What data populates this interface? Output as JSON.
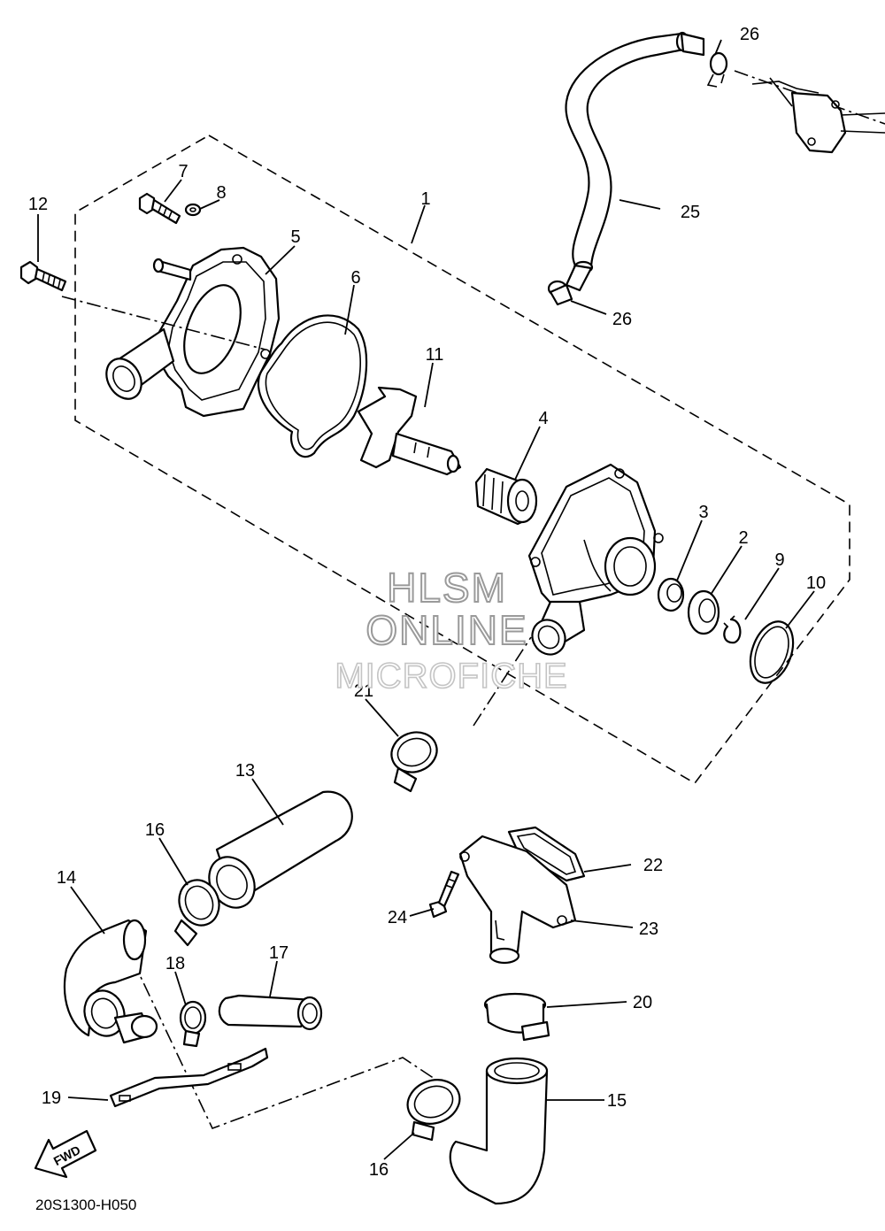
{
  "diagram_code": "20S1300-H050",
  "watermark": {
    "line1": "HLSM",
    "line2": "ONLINE",
    "line3": "MICROFICHE"
  },
  "direction_badge": "FWD",
  "callouts": {
    "c1": "1",
    "c2": "2",
    "c3": "3",
    "c4": "4",
    "c5": "5",
    "c6": "6",
    "c7": "7",
    "c8": "8",
    "c9": "9",
    "c10": "10",
    "c11": "11",
    "c12": "12",
    "c13": "13",
    "c14": "14",
    "c15": "15",
    "c16a": "16",
    "c16b": "16",
    "c17": "17",
    "c18": "18",
    "c19": "19",
    "c20": "20",
    "c21": "21",
    "c22": "22",
    "c23": "23",
    "c24": "24",
    "c25": "25",
    "c26a": "26",
    "c26b": "26"
  }
}
